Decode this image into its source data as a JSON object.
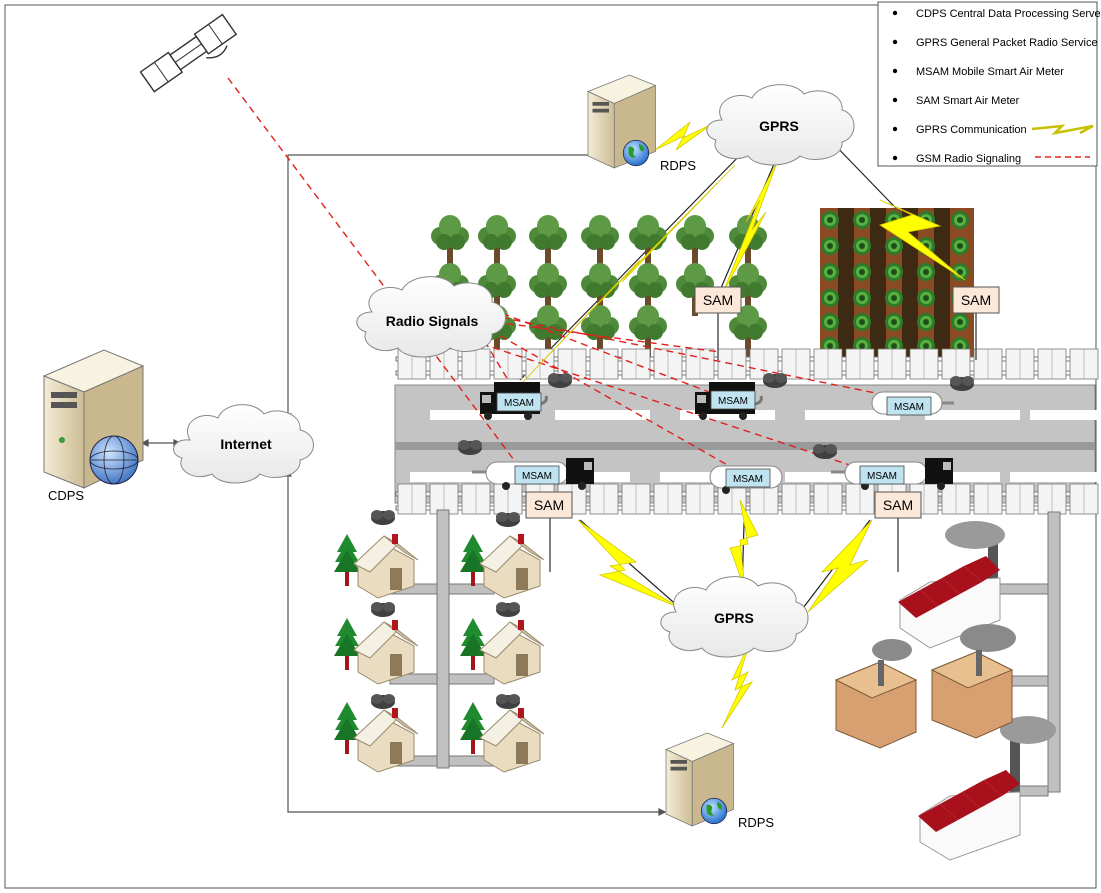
{
  "legend": {
    "items": [
      {
        "text": "CDPS Central Data Processing Server",
        "symbol": "none"
      },
      {
        "text": "GPRS General Packet Radio Service",
        "symbol": "none"
      },
      {
        "text": "MSAM Mobile Smart Air Meter",
        "symbol": "none"
      },
      {
        "text": "SAM Smart Air Meter",
        "symbol": "none"
      },
      {
        "text": "GPRS Communication",
        "symbol": "lightning"
      },
      {
        "text": "GSM Radio Signaling",
        "symbol": "dashed-red"
      }
    ]
  },
  "labels": {
    "cdps": "CDPS",
    "rdps_top": "RDPS",
    "rdps_bottom": "RDPS",
    "internet": "Internet",
    "radio_signals": "Radio Signals",
    "gprs_top": "GPRS",
    "gprs_bottom": "GPRS",
    "sam": "SAM",
    "msam": "MSAM"
  },
  "colors": {
    "gsm_signal": "#e0201c",
    "gprs_bolt": "#ffff00",
    "road": "#c8c8c8",
    "roof": "#a8101c",
    "server": "#e8dcc0",
    "meter_box": "#bfe3f0",
    "sam_box": "#fce8d8"
  }
}
